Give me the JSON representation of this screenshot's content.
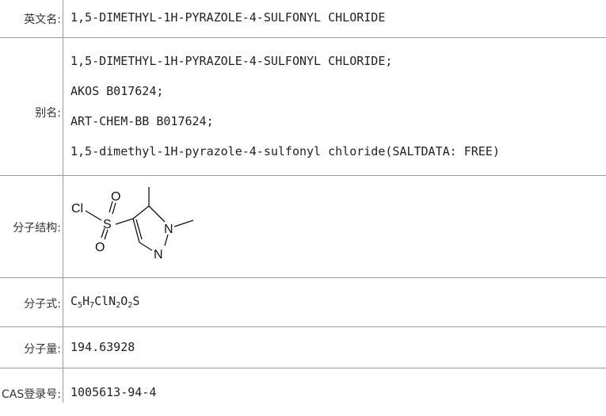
{
  "rows": [
    {
      "label": "英文名:",
      "value": "1,5-DIMETHYL-1H-PYRAZOLE-4-SULFONYL CHLORIDE"
    },
    {
      "label": "别名:",
      "values": [
        "1,5-DIMETHYL-1H-PYRAZOLE-4-SULFONYL CHLORIDE;",
        "AKOS B017624;",
        "ART-CHEM-BB B017624;",
        "1,5-dimethyl-1H-pyrazole-4-sulfonyl chloride(SALTDATA: FREE)"
      ]
    },
    {
      "label": "分子结构:",
      "structure_atoms": [
        "Cl",
        "S",
        "O",
        "O",
        "N",
        "N"
      ]
    },
    {
      "label": "分子式:",
      "formula_parts": [
        "C",
        "5",
        "H",
        "7",
        "ClN",
        "2",
        "O",
        "2",
        "S"
      ]
    },
    {
      "label": "分子量:",
      "value": "194.63928"
    },
    {
      "label": "CAS登录号:",
      "value": "1005613-94-4"
    }
  ]
}
